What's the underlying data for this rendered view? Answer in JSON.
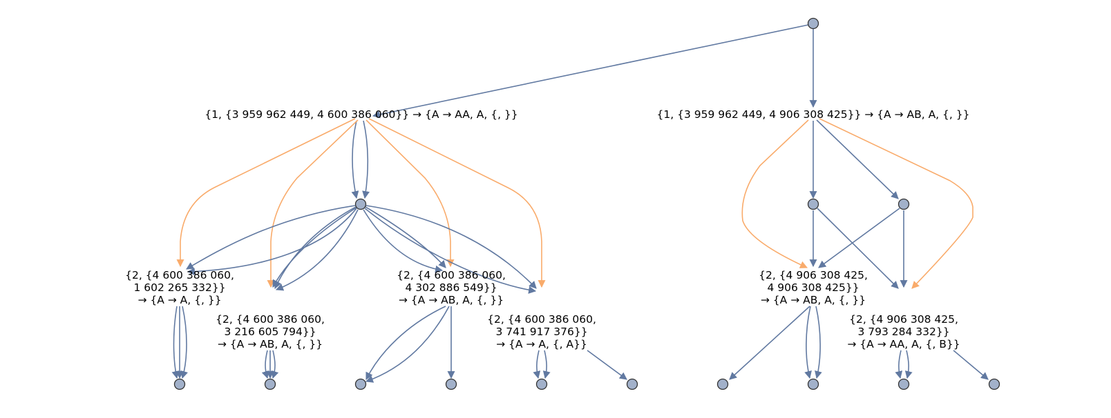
{
  "graph": {
    "labels": {
      "l2a": "{1, {3 959 962 449, 4 600 386 060}} → {A → AA, A, {, }}",
      "l2b": "{1, {3 959 962 449, 4 906 308 425}} → {A → AB, A, {, }}",
      "l4a": "{2, {4 600 386 060, 1 602 265 332}} → {A → A, {, }}",
      "l4b": "{2, {4 600 386 060, 3 216 605 794}} → {A → AB, A, {, }}",
      "l4c": "{2, {4 600 386 060, 4 302 886 549}} → {A → AB, A, {, }}",
      "l4d": "{2, {4 600 386 060, 3 741 917 376}} → {A → A, {, A}}",
      "l4e": "{2, {4 906 308 425, 4 906 308 425}} → {A → AB, A, {, }}",
      "l4f": "{2, {4 906 308 425, 3 793 284 332}} → {A → AA, A, {, B}}"
    },
    "colors": {
      "edge": "#6179a1",
      "highlight_edge": "#f9ab6b",
      "node": "#a2b1ca"
    }
  }
}
